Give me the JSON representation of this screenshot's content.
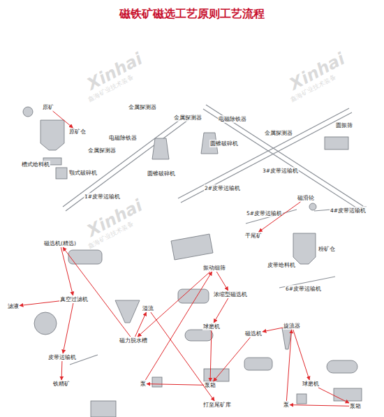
{
  "diagram": {
    "title": "磁铁矿磁选工艺原则工艺流程",
    "nodes": [
      {
        "text": [
          "原矿"
        ]
      },
      {
        "text": [
          "原矿仓"
        ]
      },
      {
        "text": [
          "槽式给料机"
        ]
      },
      {
        "text": [
          "颚式破碎机"
        ]
      },
      {
        "text": [
          "金属探测器"
        ]
      },
      {
        "text": [
          "电磁除铁器"
        ]
      },
      {
        "text": [
          "金属探测器"
        ]
      },
      {
        "text": [
          "圆锥破碎机"
        ]
      },
      {
        "text": [
          "1#皮带运输机"
        ]
      },
      {
        "text": [
          "金属探测器"
        ]
      },
      {
        "text": [
          "电磁除铁器"
        ]
      },
      {
        "text": [
          "圆锥破碎机"
        ]
      },
      {
        "text": [
          "2#皮带运输机"
        ]
      },
      {
        "text": [
          "金属探测器"
        ]
      },
      {
        "text": [
          "3#皮带运输机"
        ]
      },
      {
        "text": [
          "圆振筛"
        ]
      },
      {
        "text": [
          "磁滑轮"
        ]
      },
      {
        "text": [
          "4#皮带运输机"
        ]
      },
      {
        "text": [
          "5#皮带运输机"
        ]
      },
      {
        "text": [
          "干尾矿"
        ]
      },
      {
        "text": [
          "粉矿仓"
        ]
      },
      {
        "text": [
          "皮带给料机"
        ]
      },
      {
        "text": [
          "6#皮带运输机"
        ]
      },
      {
        "text": [
          "磁选机(精选)"
        ]
      },
      {
        "text": [
          "振动细筛"
        ]
      },
      {
        "text": [
          "溢流"
        ]
      },
      {
        "text": [
          "浓缩型磁选机"
        ]
      },
      {
        "text": [
          "滤液"
        ]
      },
      {
        "text": [
          "真空过滤机"
        ]
      },
      {
        "text": [
          "磁力脱水槽"
        ]
      },
      {
        "text": [
          "球磨机"
        ]
      },
      {
        "text": [
          "磁选机"
        ]
      },
      {
        "text": [
          "旋流器"
        ]
      },
      {
        "text": [
          "球磨机"
        ]
      },
      {
        "text": [
          "皮带运输机"
        ]
      },
      {
        "text": [
          "铁精矿"
        ]
      },
      {
        "text": [
          "泵"
        ]
      },
      {
        "text": [
          "泵箱"
        ]
      },
      {
        "text": [
          "打至尾矿库"
        ]
      },
      {
        "text": [
          "泵"
        ]
      },
      {
        "text": [
          "泵箱"
        ]
      }
    ],
    "edges": [
      {
        "from": 0,
        "to": 1,
        "arrow": "to"
      },
      {
        "from": 28,
        "to": 27,
        "arrow": "to"
      },
      {
        "from": 23,
        "to": 28,
        "arrow": "to"
      },
      {
        "from": 28,
        "to": 34,
        "arrow": "to"
      },
      {
        "from": 34,
        "to": 35,
        "arrow": "to"
      },
      {
        "from": 29,
        "to": 23,
        "arrow": "to"
      },
      {
        "from": 24,
        "to": 29,
        "arrow": "to"
      },
      {
        "from": 24,
        "to": 26,
        "arrow": "to"
      },
      {
        "from": 26,
        "to": 30,
        "arrow": "to"
      },
      {
        "from": 30,
        "to": 37,
        "arrow": "to"
      },
      {
        "from": 37,
        "to": 36,
        "arrow": "to"
      },
      {
        "from": 36,
        "to": 24,
        "arrow": "to"
      },
      {
        "from": 29,
        "to": 25,
        "arrow": "to"
      },
      {
        "from": 25,
        "to": 38,
        "arrow": "to"
      },
      {
        "from": 33,
        "to": 40,
        "arrow": "to"
      },
      {
        "from": 40,
        "to": 39,
        "arrow": "to"
      },
      {
        "from": 39,
        "to": 32,
        "arrow": "to"
      },
      {
        "from": 32,
        "to": 31,
        "arrow": "to"
      },
      {
        "from": 32,
        "to": 33,
        "arrow": "to"
      },
      {
        "from": 31,
        "to": 37,
        "arrow": "to"
      },
      {
        "from": 16,
        "to": 19,
        "arrow": "to"
      }
    ],
    "labels": [
      "Xinhai",
      "鑫海矿业技术装备",
      "Xinhai",
      "鑫海矿业技术装备",
      "Xinhai",
      "鑫海矿业技术装备"
    ]
  }
}
